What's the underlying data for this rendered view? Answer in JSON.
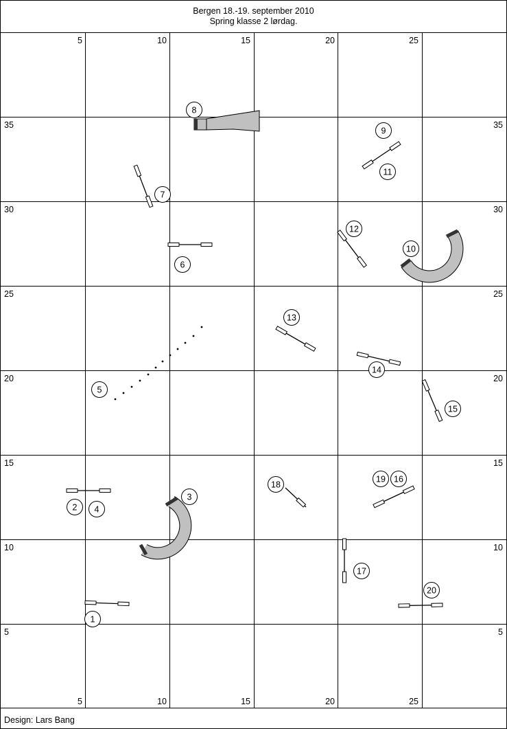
{
  "header": {
    "title": "Bergen 18.-19. september 2010",
    "subtitle": "Spring klasse 2 lørdag."
  },
  "footer": {
    "designer": "Design: Lars Bang"
  },
  "grid": {
    "top_labels": [
      "5",
      "10",
      "15",
      "20",
      "25"
    ],
    "bottom_labels": [
      "5",
      "10",
      "15",
      "20",
      "25"
    ],
    "side_labels": [
      "35",
      "30",
      "25",
      "20",
      "15",
      "10",
      "5"
    ]
  },
  "obstacles": {
    "jumps": [
      "1",
      "2/4",
      "6",
      "7",
      "9/11",
      "12",
      "13",
      "14",
      "15",
      "16/19",
      "17",
      "18",
      "20"
    ],
    "tunnels": [
      "3",
      "10"
    ],
    "chute": "8",
    "weave_poles": "5"
  },
  "numbers": [
    "1",
    "2",
    "3",
    "4",
    "5",
    "6",
    "7",
    "8",
    "9",
    "10",
    "11",
    "12",
    "13",
    "14",
    "15",
    "16",
    "17",
    "18",
    "19",
    "20"
  ]
}
